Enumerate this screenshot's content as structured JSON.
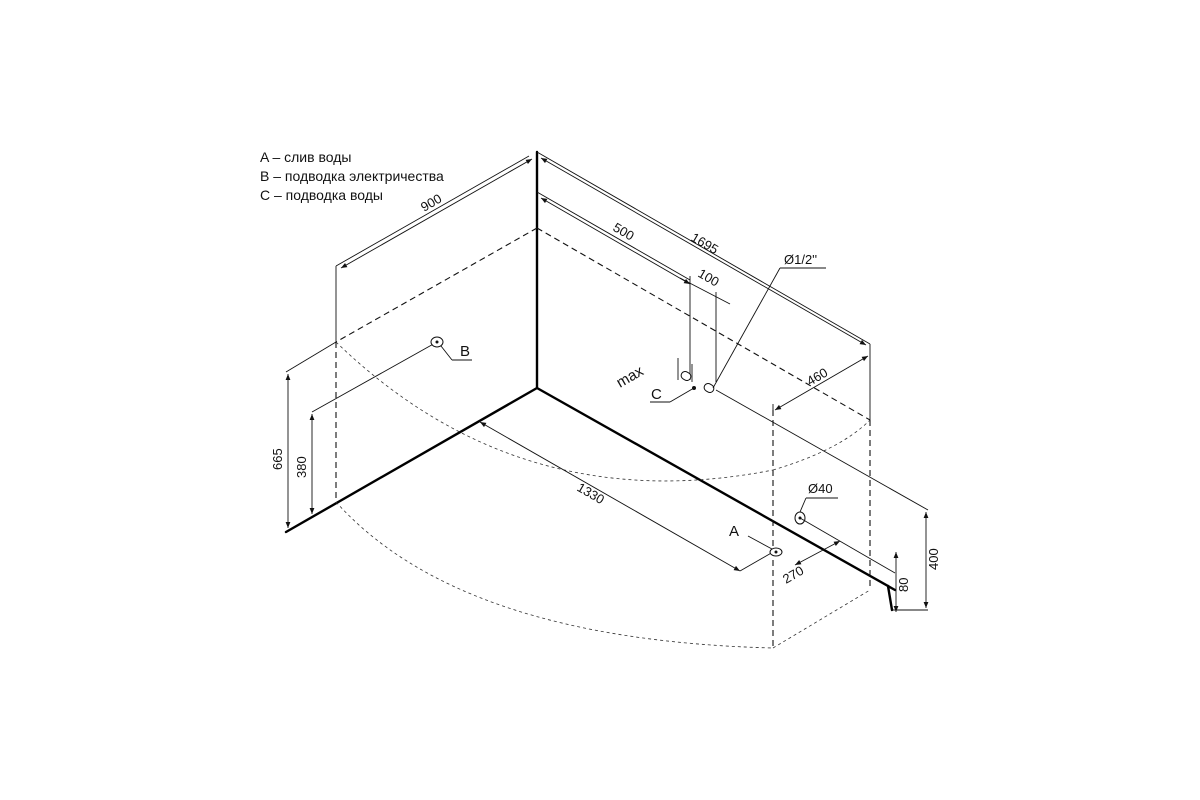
{
  "legend": {
    "a": "A – слив воды",
    "b": "B – подводка электричества",
    "c": "C – подводка воды"
  },
  "dimensions": {
    "d900": "900",
    "d500": "500",
    "d1695": "1695",
    "d100": "100",
    "d_pipe": "Ø1/2''",
    "d_max": "max",
    "d460": "460",
    "d665": "665",
    "d380": "380",
    "d1330": "1330",
    "d40": "Ø40",
    "d270": "270",
    "d80": "80",
    "d400": "400"
  },
  "points": {
    "a": "A",
    "b": "B",
    "c": "C"
  }
}
